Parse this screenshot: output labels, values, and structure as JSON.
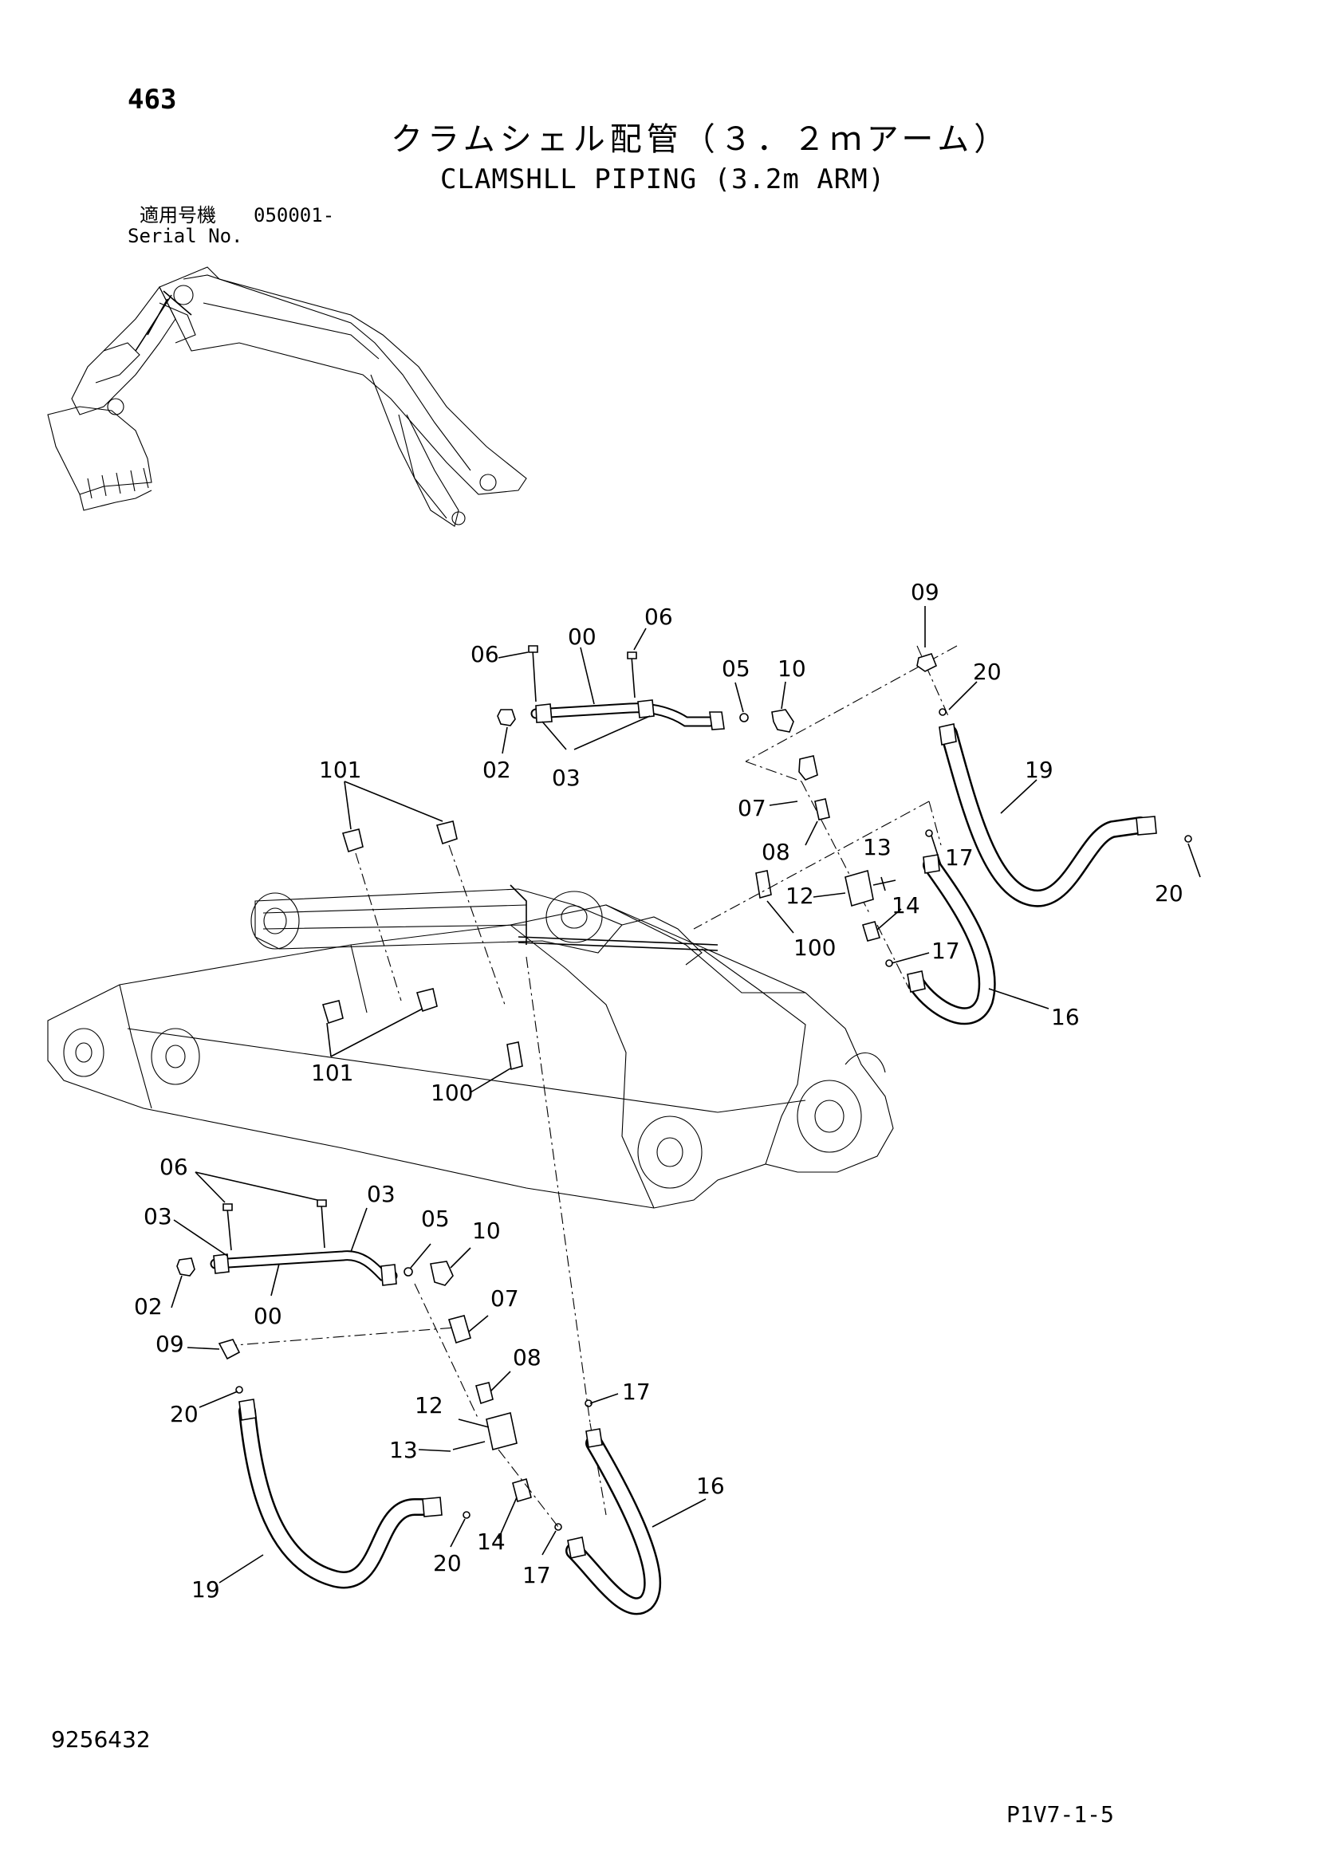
{
  "header": {
    "page_number": "463",
    "title_jp": "クラムシェル配管（３．２ｍアーム）",
    "title_en": "CLAMSHLL PIPING (3.2m ARM)",
    "serial_label_jp": "適用号機",
    "serial_code": "050001-",
    "serial_label_en": "Serial No."
  },
  "callouts": {
    "upper": {
      "c09": "09",
      "c06a": "06",
      "c00": "00",
      "c06b": "06",
      "c05": "05",
      "c10": "10",
      "c20a": "20",
      "c19": "19",
      "c02": "02",
      "c03": "03",
      "c101": "101",
      "c07": "07",
      "c08": "08",
      "c13": "13",
      "c17a": "17",
      "c20b": "20",
      "c12": "12",
      "c14": "14",
      "c100": "100",
      "c17b": "17",
      "c16": "16"
    },
    "arm": {
      "c101": "101",
      "c100": "100"
    },
    "lower": {
      "c06": "06",
      "c03a": "03",
      "c03b": "03",
      "c05": "05",
      "c10": "10",
      "c02": "02",
      "c00": "00",
      "c07": "07",
      "c09": "09",
      "c08": "08",
      "c17a": "17",
      "c20a": "20",
      "c12": "12",
      "c16": "16",
      "c13": "13",
      "c14": "14",
      "c20b": "20",
      "c19": "19",
      "c17b": "17"
    }
  },
  "footer": {
    "doc_number": "9256432",
    "page_ref": "P1V7-1-5"
  }
}
